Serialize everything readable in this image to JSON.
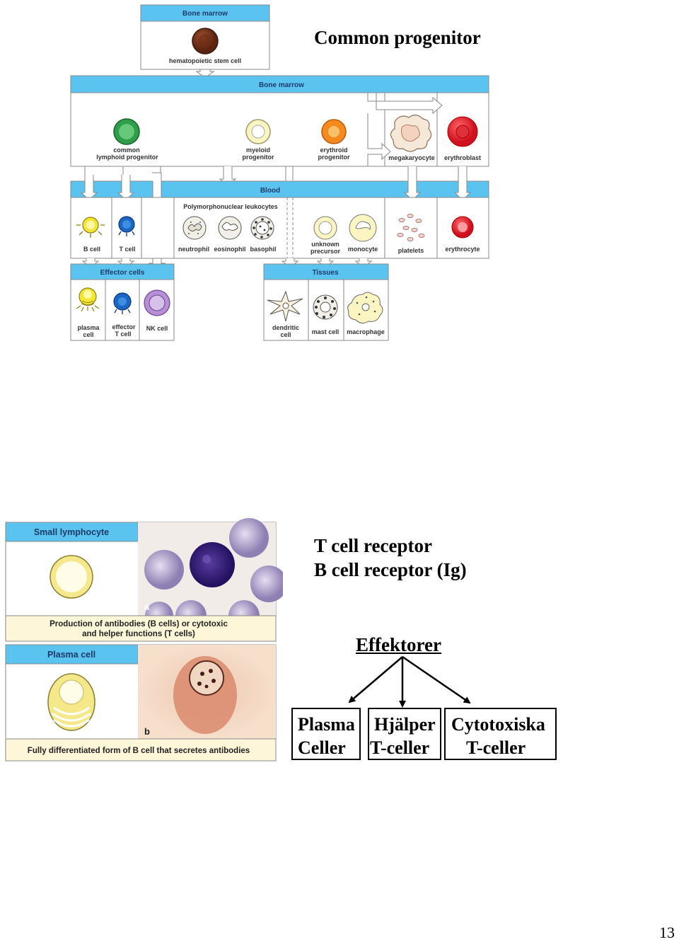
{
  "top_diagram": {
    "header_bone_marrow": "Bone marrow",
    "stem_cell": "hematopoietic stem cell",
    "band_bone_marrow": "Bone marrow",
    "clp_line1": "common",
    "clp_line2": "lymphoid progenitor",
    "mp_line1": "myeloid",
    "mp_line2": "progenitor",
    "ep_line1": "erythroid",
    "ep_line2": "progenitor",
    "megakaryocyte": "megakaryocyte",
    "erythroblast": "erythroblast",
    "band_blood": "Blood",
    "pmn_header": "Polymorphonuclear leukocytes",
    "b_cell": "B cell",
    "t_cell": "T cell",
    "neutrophil": "neutrophil",
    "eosinophil": "eosinophil",
    "basophil": "basophil",
    "unknown_line1": "unknown",
    "unknown_line2": "precursor",
    "monocyte": "monocyte",
    "platelets": "platelets",
    "erythrocyte": "erythrocyte",
    "band_effector": "Effector cells",
    "band_tissues": "Tissues",
    "plasma_line1": "plasma",
    "plasma_line2": "cell",
    "effector_line1": "effector",
    "effector_line2": "T cell",
    "nk_cell": "NK cell",
    "dendritic_line1": "dendritic",
    "dendritic_line2": "cell",
    "mast_cell": "mast cell",
    "macrophage": "macrophage"
  },
  "right_titles": {
    "common_progenitor": "Common progenitor",
    "tcr": "T cell receptor",
    "bcr": "B cell receptor (Ig)"
  },
  "lower_panel": {
    "small_lymphocyte": "Small lymphocyte",
    "label_a": "a",
    "caption_a_line1": "Production of antibodies (B cells) or cytotoxic",
    "caption_a_line2": "and helper functions (T cells)",
    "plasma_cell": "Plasma cell",
    "label_b": "b",
    "caption_b": "Fully differentiated form of B cell that secretes antibodies"
  },
  "effectors": {
    "heading": "Effektorer",
    "plasma_line1": "Plasma",
    "plasma_line2": "Celler",
    "helper_line1": "Hjälper",
    "helper_line2": "T-celler",
    "cytotoxic_line1": "Cytotoxiska",
    "cytotoxic_line2": "T-celler"
  },
  "page_number": "13",
  "colors": {
    "band_blue": "#5bc3ef",
    "line_gray": "#8a8a8a",
    "cream_band": "#fdf6d8"
  }
}
